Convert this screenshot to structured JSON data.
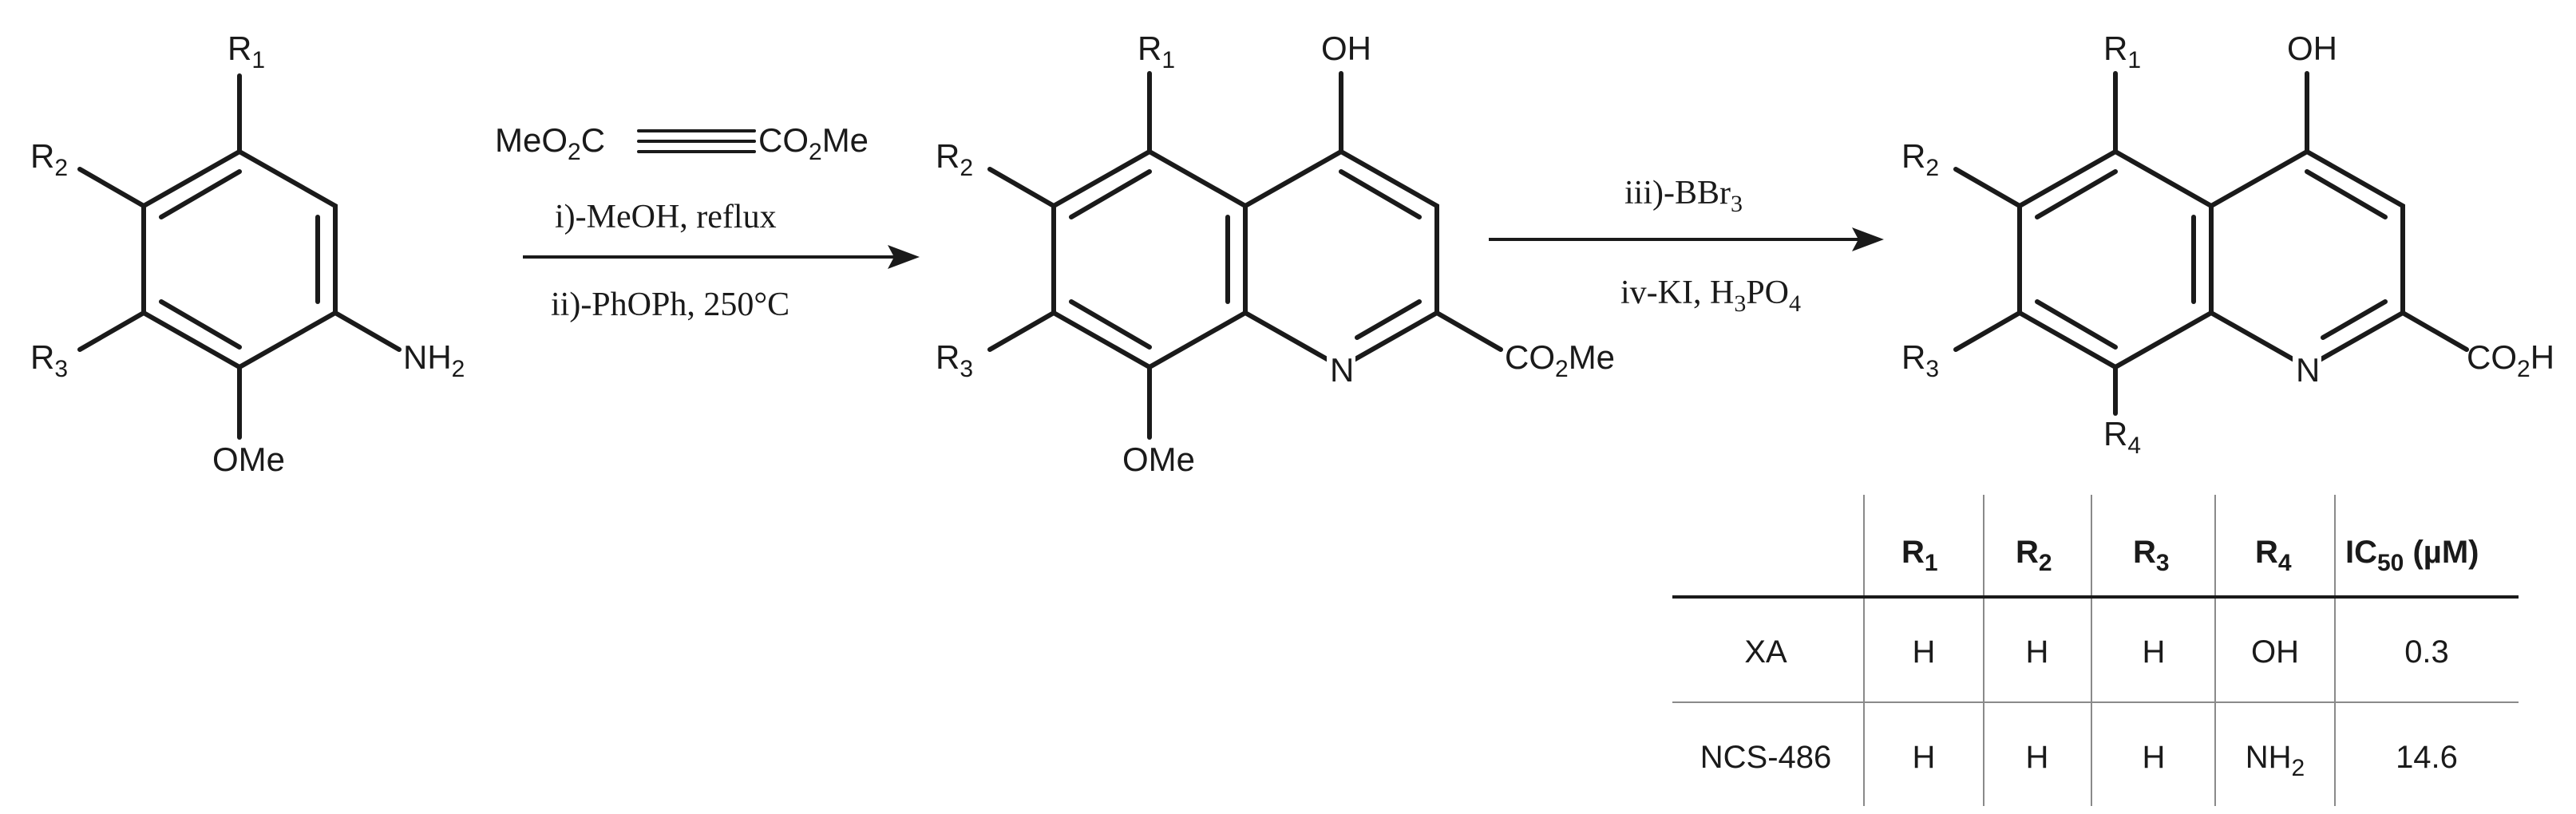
{
  "reactant": {
    "r1": "R1",
    "r2": "R2",
    "r3": "R3",
    "nh2": "NH2",
    "ome": "OMe"
  },
  "reagents_step1": {
    "alkyne_left": "MeO2C",
    "alkyne_right": "CO2Me",
    "line1": "i)-MeOH, reflux",
    "line2": "ii)-PhOPh, 250°C"
  },
  "intermediate": {
    "r1": "R1",
    "r2": "R2",
    "r3": "R3",
    "oh": "OH",
    "n": "N",
    "ester": "CO2Me",
    "ome": "OMe"
  },
  "reagents_step2": {
    "line1": "iii)-BBr3",
    "line2": "iv-KI, H3PO4"
  },
  "product": {
    "r1": "R1",
    "r2": "R2",
    "r3": "R3",
    "r4": "R4",
    "oh": "OH",
    "n": "N",
    "acid": "CO2H"
  },
  "table": {
    "headers": [
      "",
      "R1",
      "R2",
      "R3",
      "R4",
      "IC50 (µM)"
    ],
    "rows": [
      [
        "XA",
        "H",
        "H",
        "H",
        "OH",
        "0.3"
      ],
      [
        "NCS-486",
        "H",
        "H",
        "H",
        "NH2",
        "14.6"
      ]
    ]
  }
}
